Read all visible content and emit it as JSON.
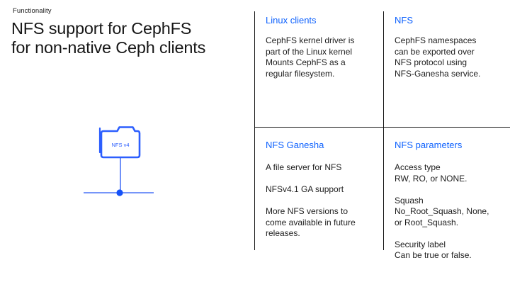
{
  "page": {
    "eyebrow": "Functionality",
    "title": "NFS support for CephFS\nfor non-native Ceph clients"
  },
  "diagram": {
    "icon": "folder-icon",
    "icon_label": "NFS v4"
  },
  "grid": {
    "cells": [
      {
        "header": "Linux clients",
        "body": "CephFS kernel driver is\npart of the Linux kernel\nMounts CephFS as a\nregular filesystem."
      },
      {
        "header": "NFS",
        "body": "CephFS namespaces\ncan be exported over\nNFS protocol using\nNFS-Ganesha service."
      },
      {
        "header": "NFS Ganesha",
        "body": "A file server for NFS\n\nNFSv4.1 GA support\n\nMore NFS versions to\ncome available in future\nreleases."
      },
      {
        "header": "NFS parameters",
        "body": "Access type\nRW, RO, or NONE.\n\nSquash\nNo_Root_Squash, None,\nor Root_Squash.\n\nSecurity label\nCan be true or false."
      }
    ]
  },
  "colors": {
    "accent_blue": "#0f62fe",
    "icon_blue": "#2d5ffe",
    "text": "#161616",
    "rule": "#161616",
    "background": "#ffffff"
  }
}
